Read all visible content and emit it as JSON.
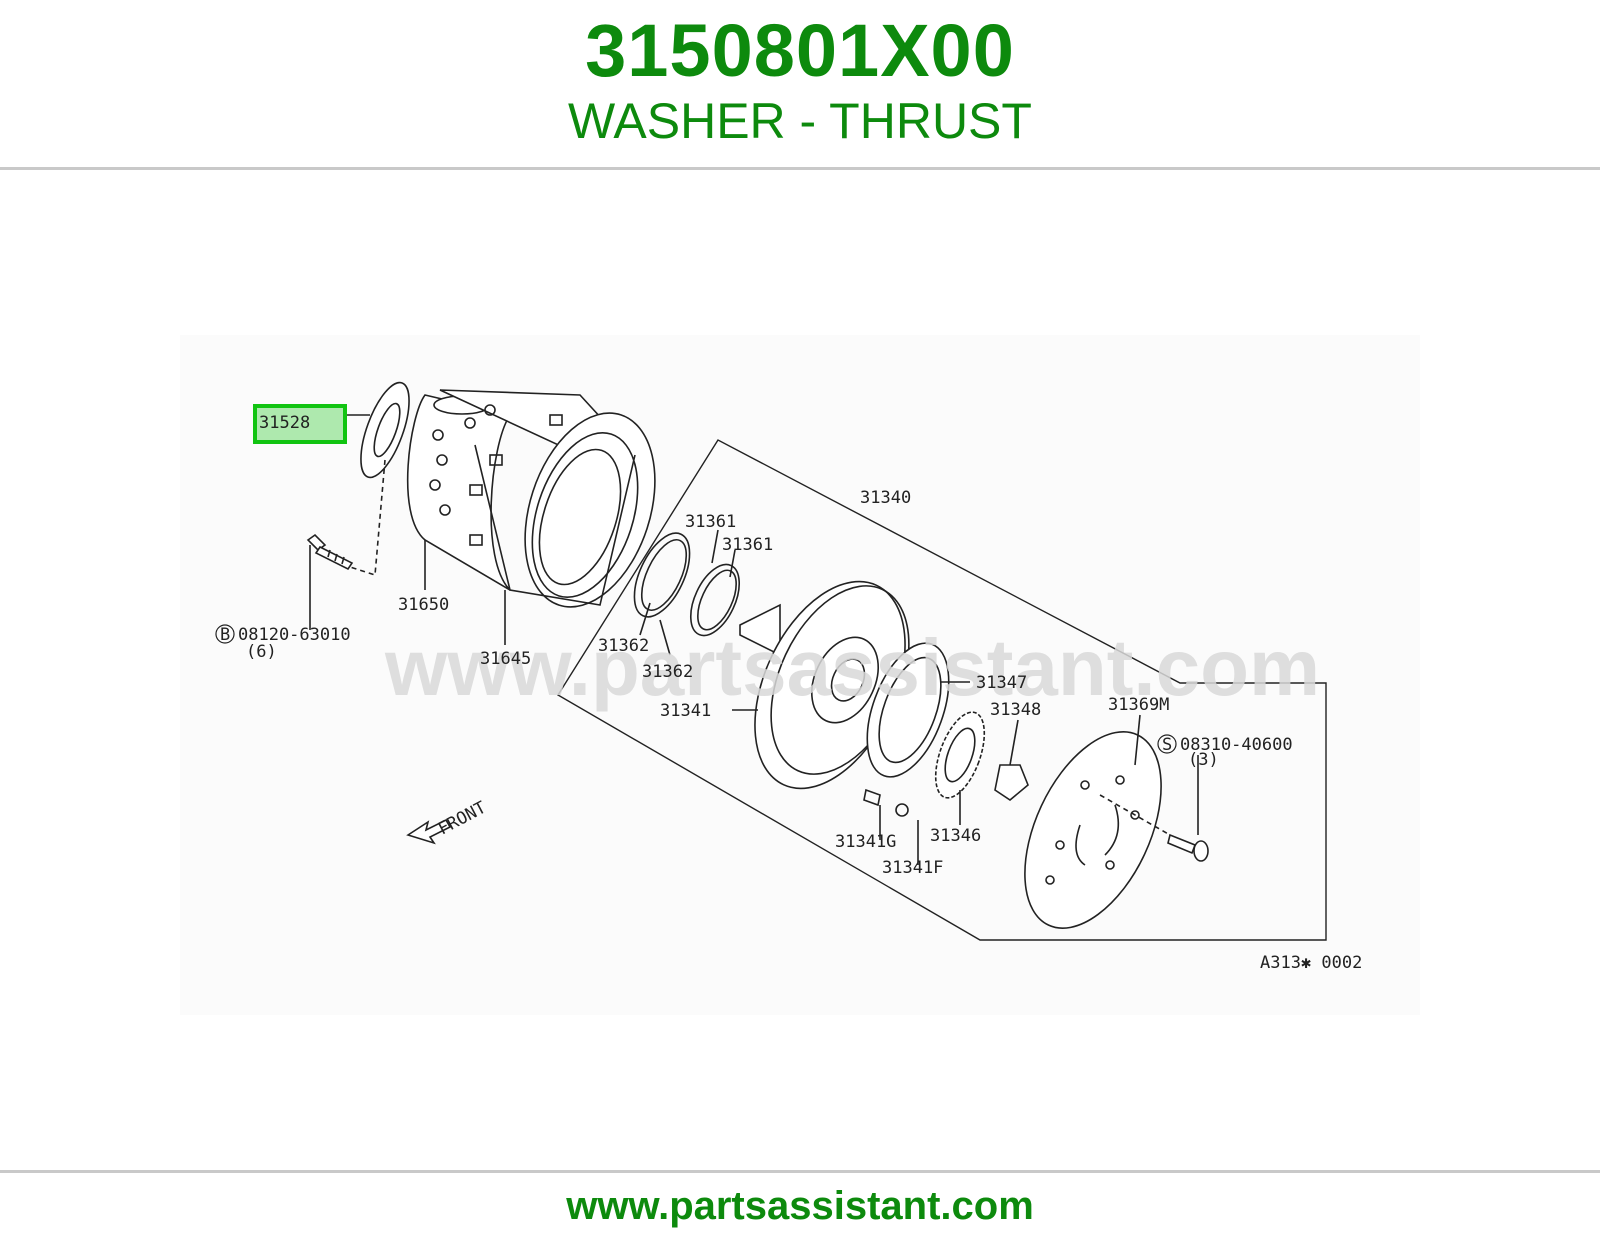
{
  "header": {
    "part_number": "3150801X00",
    "part_name": "WASHER - THRUST"
  },
  "diagram": {
    "highlighted_part": "31528",
    "watermark": "www.partsassistant.com",
    "reference_code": "A313✱ 0002",
    "front_label": "FRONT",
    "callouts": {
      "p31528": "31528",
      "p31650": "31650",
      "p31645": "31645",
      "bolt": "08120-63010",
      "bolt_qty": "(6)",
      "bolt_symbol": "B",
      "p31340": "31340",
      "p31361a": "31361",
      "p31361b": "31361",
      "p31362a": "31362",
      "p31362b": "31362",
      "p31341": "31341",
      "p31347": "31347",
      "p31348": "31348",
      "p31369m": "31369M",
      "screw": "08310-40600",
      "screw_qty": "(3)",
      "screw_symbol": "S",
      "p31341g": "31341G",
      "p31341f": "31341F",
      "p31346": "31346"
    }
  },
  "footer": {
    "url": "www.partsassistant.com"
  }
}
